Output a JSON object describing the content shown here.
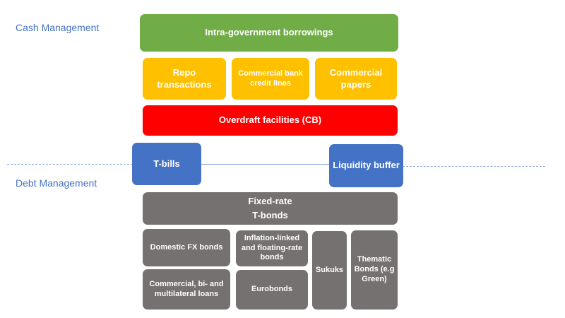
{
  "labels": {
    "cash_management": "Cash Management",
    "debt_management": "Debt Management"
  },
  "cash": {
    "intra_government": "Intra-government borrowings",
    "repo": "Repo transactions",
    "bank_credit": "Commercial bank credit lines",
    "commercial_papers": "Commercial papers",
    "overdraft": "Overdraft facilities (CB)"
  },
  "bridge": {
    "tbills": "T-bills",
    "liquidity_buffer": "Liquidity buffer"
  },
  "debt": {
    "fixed_rate_line1": "Fixed-rate",
    "fixed_rate_line2": "T-bonds",
    "domestic_fx": "Domestic FX bonds",
    "inflation_linked": "Inflation-linked and floating-rate bonds",
    "commercial_loans": "Commercial, bi- and multilateral loans",
    "eurobonds": "Eurobonds",
    "sukuks": "Sukuks",
    "thematic": "Thematic Bonds (e.g Green)"
  },
  "colors": {
    "green": "#70ad47",
    "yellow": "#ffc000",
    "red": "#ff0000",
    "blue": "#4472c4",
    "grey": "#767171",
    "label": "#4472c4"
  }
}
